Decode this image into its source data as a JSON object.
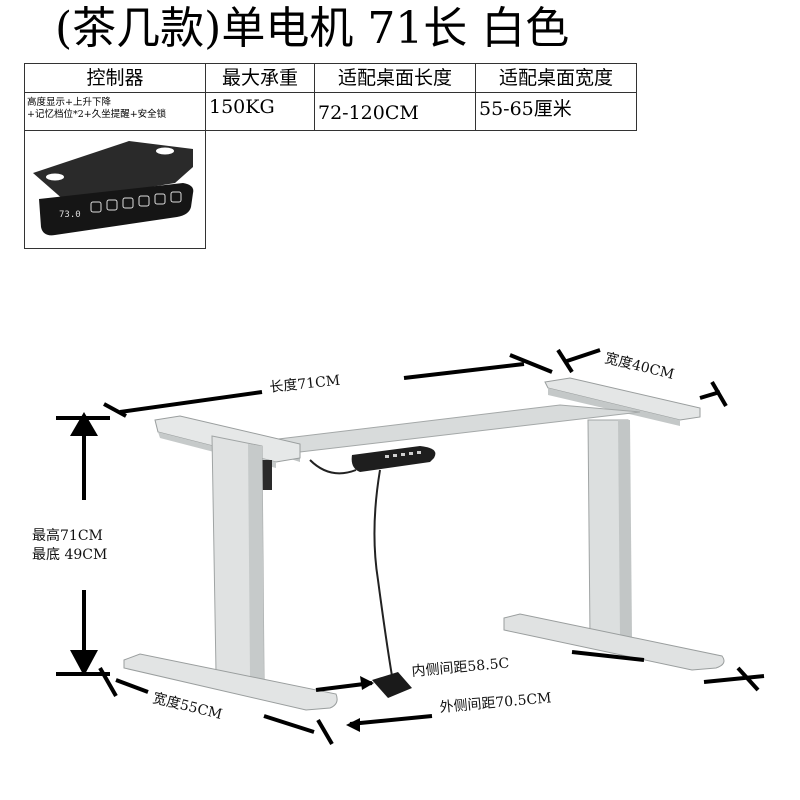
{
  "title": "(茶几款)单电机 71长 白色",
  "table": {
    "headers": [
      "控制器",
      "最大承重",
      "适配桌面长度",
      "适配桌面宽度"
    ],
    "controller_features": [
      "高度显示+上升下降",
      "+记忆档位*2+久坐提醒+安全锁"
    ],
    "values": [
      "150KG",
      "72-120CM",
      "55-65厘米"
    ],
    "controller_display": "73.0"
  },
  "dimensions": {
    "length": "长度71CM",
    "depth": "宽度40CM",
    "height_max": "最高71CM",
    "height_min": "最底 49CM",
    "width": "宽度55CM",
    "inner_spacing": "内侧间距58.5C",
    "outer_spacing": "外侧间距70.5CM"
  },
  "colors": {
    "frame": "#d9dcdc",
    "frame_shade": "#b4b8b8",
    "controller": "#1c1c1c"
  }
}
